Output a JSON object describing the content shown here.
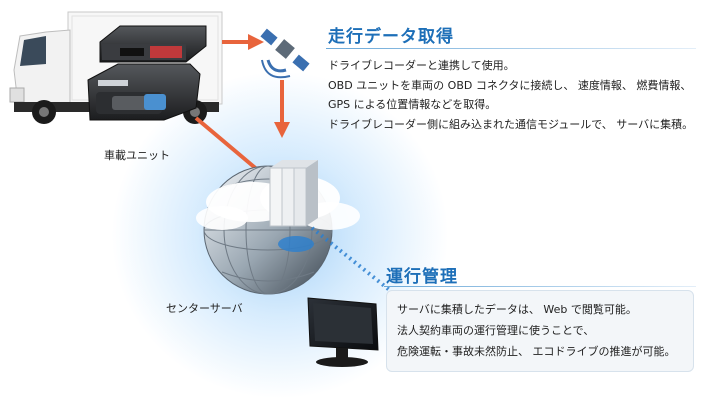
{
  "section1": {
    "title": "走行データ取得",
    "lines": [
      "ドライブレコーダーと連携して使用。",
      "OBD ユニットを車両の OBD コネクタに接続し、 速度情報、 燃費情報、",
      "GPS による位置情報などを取得。",
      "ドライブレコーダー側に組み込まれた通信モジュールで、 サーバに集積。"
    ]
  },
  "section2": {
    "title": "運行管理",
    "lines": [
      "サーバに集積したデータは、 Web で閲覧可能。",
      "法人契約車両の運行管理に使うことで、",
      "危険運転・事故未然防止、 エコドライブの推進が可能。"
    ]
  },
  "labels": {
    "vehicle_unit": "車載ユニット",
    "center_server": "センターサーバ"
  },
  "colors": {
    "accent_blue": "#1d6fb8",
    "arrow_orange": "#e8643c"
  },
  "icons": [
    "truck-icon",
    "drive-recorder-device-icon",
    "obd-unit-device-icon",
    "satellite-icon",
    "globe-icon",
    "server-icon",
    "monitor-icon"
  ]
}
